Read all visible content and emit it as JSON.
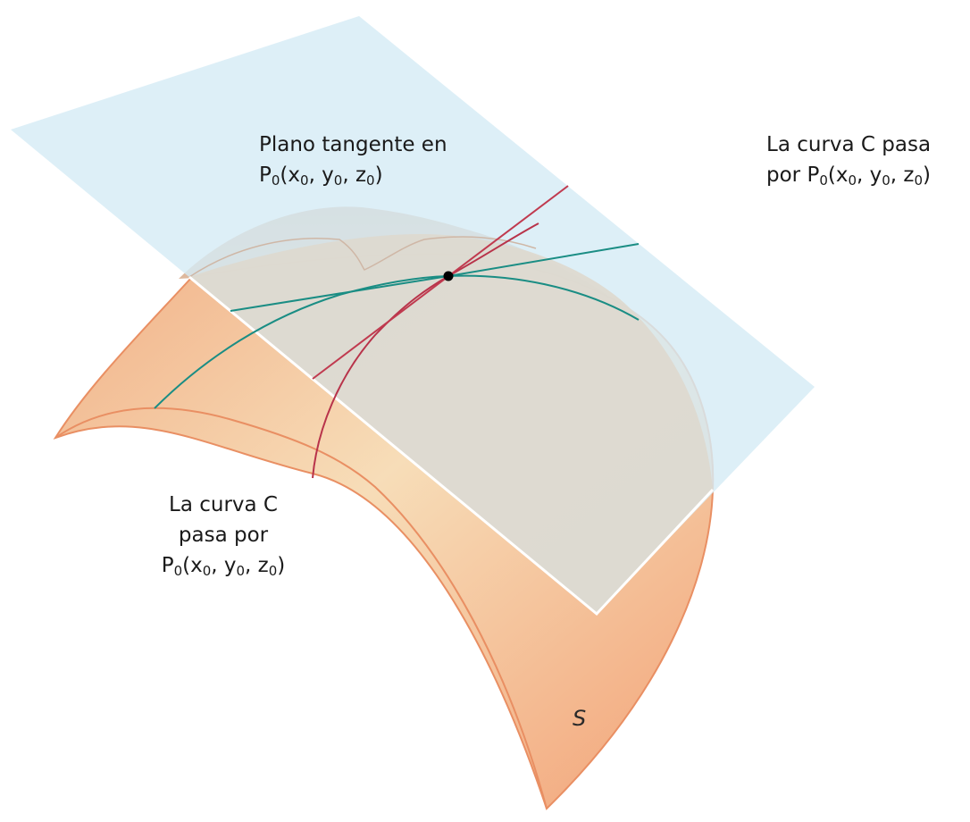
{
  "labels": {
    "plane": {
      "line1": "Plano tangente en",
      "point": "P",
      "point_sub": "0",
      "coords_open": "(x",
      "x_sub": "0",
      "sep1": ", y",
      "y_sub": "0",
      "sep2": ", z",
      "z_sub": "0",
      "close": ")"
    },
    "curve_right": {
      "line1": "La curva C pasa",
      "line2_prefix": "por P",
      "point_sub": "0",
      "coords_open": "(x",
      "x_sub": "0",
      "sep1": ", y",
      "y_sub": "0",
      "sep2": ", z",
      "z_sub": "0",
      "close": ")"
    },
    "curve_left": {
      "line1": "La curva C",
      "line2": "pasa por",
      "point": "P",
      "point_sub": "0",
      "coords_open": "(x",
      "x_sub": "0",
      "sep1": ", y",
      "y_sub": "0",
      "sep2": ", z",
      "z_sub": "0",
      "close": ")"
    },
    "surface": "S"
  },
  "colors": {
    "plane_fill": "#d6ebf5",
    "surface_light": "#f6dcb5",
    "surface_dark": "#ef9f72",
    "surface_back": "#d7ad91",
    "overlap_fill": "#dedad2",
    "red_curve": "#b8334a",
    "teal_curve": "#1a8d84",
    "point": "#000000"
  }
}
